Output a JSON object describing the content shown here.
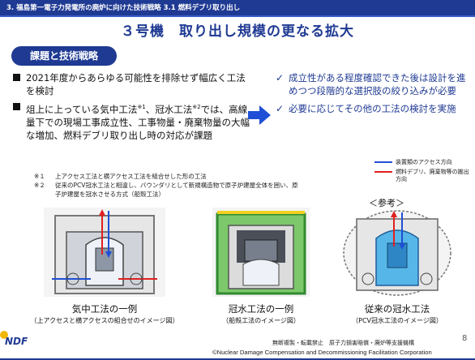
{
  "header": {
    "breadcrumb": "3. 福島第一電子力発電所の廃炉に向けた技術戦略  3.1 燃料デブリ取り出し",
    "title": "３号機　取り出し規模の更なる拡大"
  },
  "section": {
    "label": "課題と技術戦略"
  },
  "left_bullets": [
    "2021年度からあらゆる可能性を排除せず幅広く工法を検討",
    {
      "part1": "俎上に上っている気中工法",
      "ref1": "※1",
      "part2": "、冠水工法",
      "ref2": "※2",
      "part3": "では、高線量下での現場工事成立性、工事物量・廃棄物量の大幅な増加、燃料デブリ取り出し時の対応が課題"
    }
  ],
  "right_bullets": [
    "成立性がある程度確認できた後は設計を進めつつ段階的な選択肢の絞り込みが必要",
    "必要に応じてその他の工法の検討を実施"
  ],
  "notes": [
    {
      "mark": "※１",
      "text": "上アクセス工法と横アクセス工法を組合せした形の工法"
    },
    {
      "mark": "※２",
      "text": "従来のPCV冠水工法と相違し、バウンダリとして新規構造物で原子炉建屋全体を囲い、原子炉建屋を冠水させる方式（船殻工法）"
    }
  ],
  "legend": [
    {
      "label": "装置類のアクセス方向",
      "color": "#1f4fd6"
    },
    {
      "label": "燃料デブリ、廃棄物等の搬出方向",
      "color": "#e02020"
    }
  ],
  "reference_label": "＜参考＞",
  "diagrams": [
    {
      "title": "気中工法の一例",
      "subtitle": "（上アクセスと横アクセスの組合せのイメージ図）"
    },
    {
      "title": "冠水工法の一例",
      "subtitle": "（船殻工法のイメージ図）"
    },
    {
      "title": "従来の冠水工法",
      "subtitle": "（PCV冠水工法のイメージ図）"
    }
  ],
  "footer": {
    "logo": "NDF",
    "notice": "無断複製・転載禁止　原子力損害賠償・廃炉等支援機構",
    "copyright": "©Nuclear Damage Compensation and Decommissioning Facilitation Corporation",
    "page": "8"
  },
  "colors": {
    "brand": "#1f3a93",
    "access": "#1f4fd6",
    "removal": "#e02020",
    "green": "#2fb14a"
  }
}
